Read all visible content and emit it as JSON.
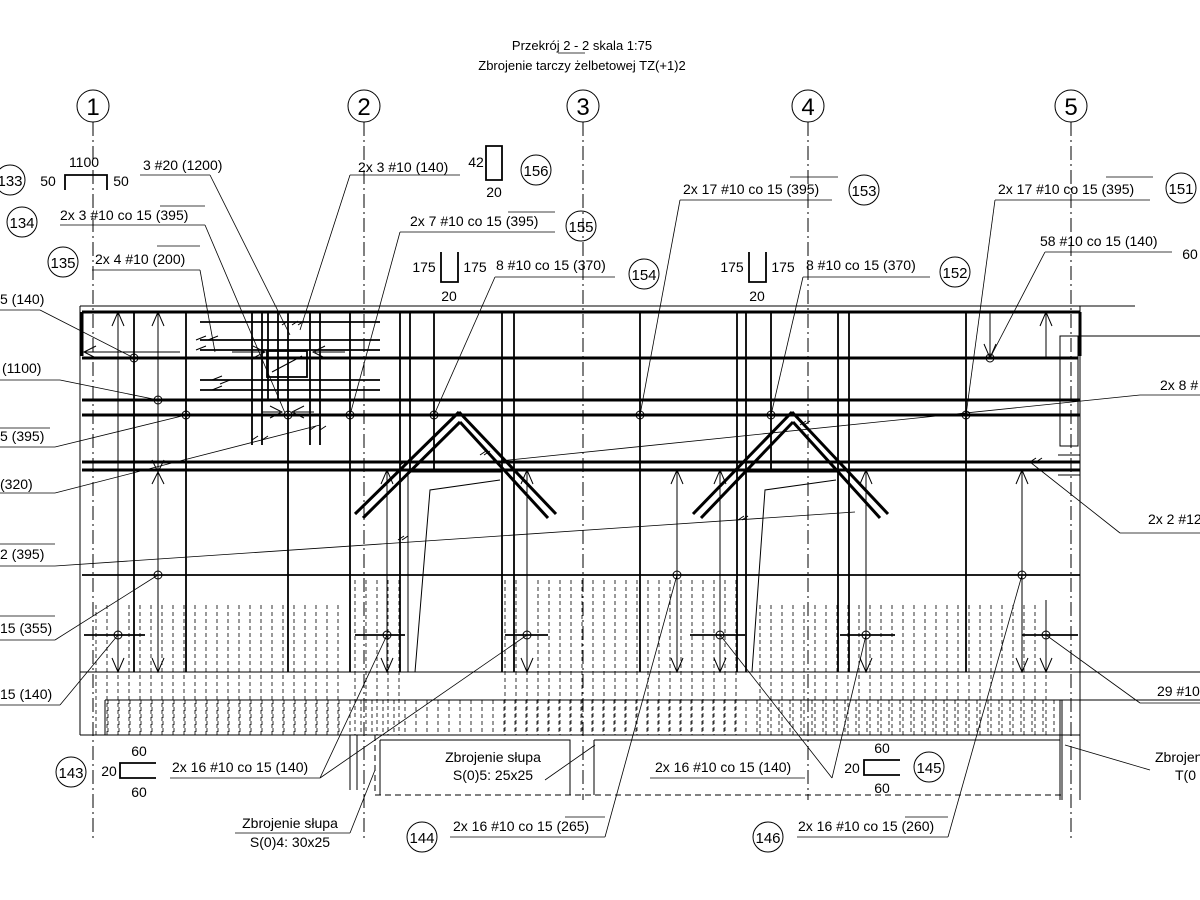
{
  "header": {
    "title_line1": "Przekrój 2 - 2   skala 1:75",
    "title_line2": "Zbrojenie tarczy żelbetowej TZ(+1)2"
  },
  "axes": [
    "1",
    "2",
    "3",
    "4",
    "5"
  ],
  "marks": {
    "m133": "133",
    "m134": "134",
    "m135": "135",
    "m143": "143",
    "m144": "144",
    "m145": "145",
    "m146": "146",
    "m151": "151",
    "m152": "152",
    "m153": "153",
    "m154": "154",
    "m155": "155",
    "m156": "156"
  },
  "shapes": {
    "s133": {
      "top": "1100",
      "left": "50",
      "right": "50"
    },
    "s156": {
      "left": "42",
      "bottom": "20"
    },
    "s155": {
      "left": "175",
      "right": "175",
      "bottom": "20"
    },
    "s152": {
      "left": "175",
      "right": "175",
      "bottom": "20"
    },
    "s143": {
      "top": "60",
      "left": "20",
      "bottom": "60"
    },
    "s145": {
      "top": "60",
      "left": "20",
      "bottom": "60"
    },
    "s151_right": "60"
  },
  "labels": {
    "l_3x20": "3 #20 (1200)",
    "l_2x3_140": "2x 3 #10 (140)",
    "l_134": "2x 3 #10 co 15 (395)",
    "l_135": "2x 4 #10 (200)",
    "l_155": "2x 7 #10 co 15 (395)",
    "l_154": "8 #10 co 15 (370)",
    "l_153": "2x 17 #10 co 15 (395)",
    "l_152": "8 #10 co 15 (370)",
    "l_151": "2x 17 #10 co 15 (395)",
    "l_58": "58 #10 co 15 (140)",
    "l_left1": "5 (140)",
    "l_left2": "(1100)",
    "l_left3": "5 (395)",
    "l_left4": "(320)",
    "l_left5": "2 (395)",
    "l_left6": "15 (355)",
    "l_left7": "15 (140)",
    "l_right1": "2x 8 #",
    "l_right2": "2x 2 #12",
    "l_right3": "29 #10",
    "l_143": "2x 16 #10 co 15 (140)",
    "l_145": "2x 16 #10 co 15 (140)",
    "l_144": "2x 16 #10 co 15 (265)",
    "l_146": "2x 16 #10 co 15 (260)",
    "col_s5_title": "Zbrojenie słupa",
    "col_s5_dim": "S(0)5: 25x25",
    "col_s4_title": "Zbrojenie słupa",
    "col_s4_dim": "S(0)4: 30x25",
    "col_t_title": "Zbrojeni",
    "col_t_dim": "T(0"
  }
}
